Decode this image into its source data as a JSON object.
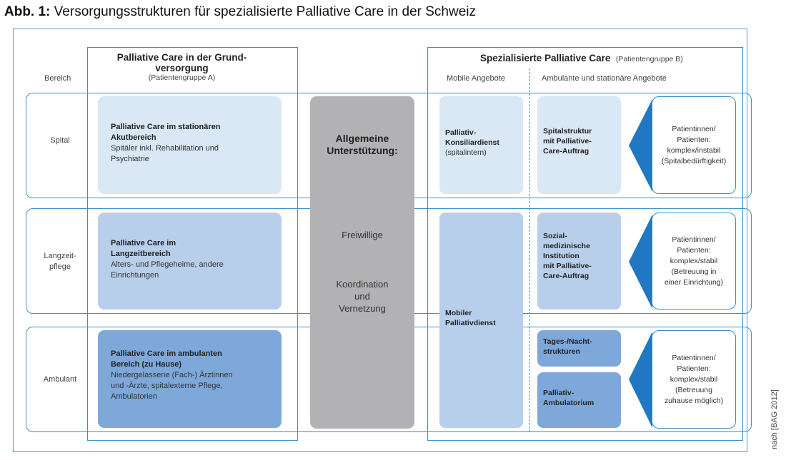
{
  "figure_title": {
    "prefix": "Abb. 1:",
    "text": "Versorgungsstrukturen für spezialisierte Palliative Care in der Schweiz"
  },
  "bereich_label": "Bereich",
  "grundversorgung": {
    "title": "Palliative Care in der Grund-versorgung",
    "title_line1": "Palliative Care in der Grund-",
    "title_line2": "versorgung",
    "subtitle": "(Patientengruppe A)"
  },
  "spezialisiert": {
    "title": "Spezialisierte Palliative Care",
    "subtitle": "(Patientengruppe B)",
    "col_mobile": "Mobile Angebote",
    "col_ambulant": "Ambulante und stationäre Angebote"
  },
  "rows": {
    "spital": "Spital",
    "langzeit_l1": "Langzeit-",
    "langzeit_l2": "pflege",
    "ambulant": "Ambulant"
  },
  "grund_boxes": {
    "spital": {
      "title_l1": "Palliative Care im stationären",
      "title_l2": "Akutbereich",
      "desc_l1": "Spitäler inkl. Rehabilitation und",
      "desc_l2": "Psychiatrie"
    },
    "langzeit": {
      "title_l1": "Palliative Care im",
      "title_l2": "Langzeitbereich",
      "desc_l1": "Alters- und Pflegeheime, andere",
      "desc_l2": "Einrichtungen"
    },
    "ambulant": {
      "title_l1": "Palliative Care im ambulanten",
      "title_l2": "Bereich (zu Hause)",
      "desc_l1": "Niedergelassene (Fach-) Ärztinnen",
      "desc_l2": "und -Ärzte, spitalexterne Pflege,",
      "desc_l3": "Ambulatorien"
    }
  },
  "support": {
    "title_l1": "Allgemeine",
    "title_l2": "Unterstützung:",
    "item1": "Freiwillige",
    "item2_l1": "Koordination",
    "item2_l2": "und",
    "item2_l3": "Vernetzung"
  },
  "mobile": {
    "konsiliar_l1": "Palliativ-",
    "konsiliar_l2": "Konsiliardienst",
    "konsiliar_sub": "(spitalintern)",
    "dienst_l1": "Mobiler",
    "dienst_l2": "Palliativdienst"
  },
  "stationaer": {
    "spital_l1": "Spitalstruktur",
    "spital_l2": "mit Palliative-",
    "spital_l3": "Care-Auftrag",
    "inst_l1": "Sozial-",
    "inst_l2": "medizinische",
    "inst_l3": "Institution",
    "inst_l4": "mit Palliative-",
    "inst_l5": "Care-Auftrag",
    "tages_l1": "Tages-/Nacht-",
    "tages_l2": "strukturen",
    "amb_l1": "Palliativ-",
    "amb_l2": "Ambulatorium"
  },
  "patients": {
    "spital": {
      "l1": "Patientinnen/",
      "l2": "Patienten:",
      "l3": "komplex/instabil",
      "l4": "(Spitalbedürftigkeit)"
    },
    "langzeit": {
      "l1": "Patientinnen/",
      "l2": "Patienten:",
      "l3": "komplex/stabil",
      "l4": "(Betreuung in",
      "l5": "einer Einrichtung)"
    },
    "ambulant": {
      "l1": "Patientinnen/",
      "l2": "Patienten:",
      "l3": "komplex/stabil",
      "l4": "(Betreuung",
      "l5": "zuhause möglich)"
    }
  },
  "source_note": "nach [BAG 2012]",
  "colors": {
    "frame": "#3d8fc9",
    "light": "#dae7f5",
    "medium": "#b8cfec",
    "dark": "#7ea8da",
    "gray": "#b2b2b4",
    "arrow": "#1f78c1"
  }
}
